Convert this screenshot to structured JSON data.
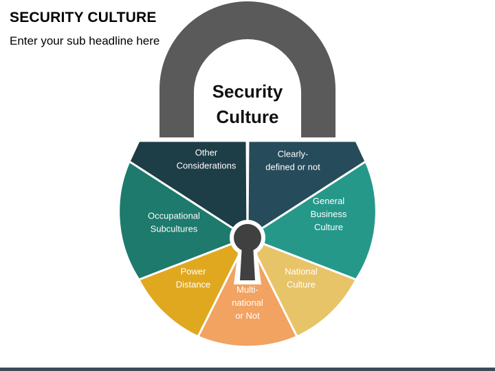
{
  "header": {
    "title": "SECURITY CULTURE",
    "subtitle": "Enter your sub headline here"
  },
  "center": {
    "line1": "Security",
    "line2": "Culture"
  },
  "segments": [
    {
      "lines": [
        "Other",
        "Considerations"
      ],
      "color": "#1d3d47"
    },
    {
      "lines": [
        "Clearly-",
        "defined or not"
      ],
      "color": "#264b5a"
    },
    {
      "lines": [
        "General",
        "Business",
        "Culture"
      ],
      "color": "#25988a"
    },
    {
      "lines": [
        "National",
        "Culture"
      ],
      "color": "#e8c468"
    },
    {
      "lines": [
        "Multi-",
        "national",
        "or Not"
      ],
      "color": "#f2a261"
    },
    {
      "lines": [
        "Power",
        "Distance"
      ],
      "color": "#e0a81f"
    },
    {
      "lines": [
        "Occupational",
        "Subcultures"
      ],
      "color": "#1d7a6c"
    }
  ],
  "colors": {
    "shackle": "#5a5a5a",
    "keyhole": "#404040",
    "footer": "#3c4a5a"
  }
}
